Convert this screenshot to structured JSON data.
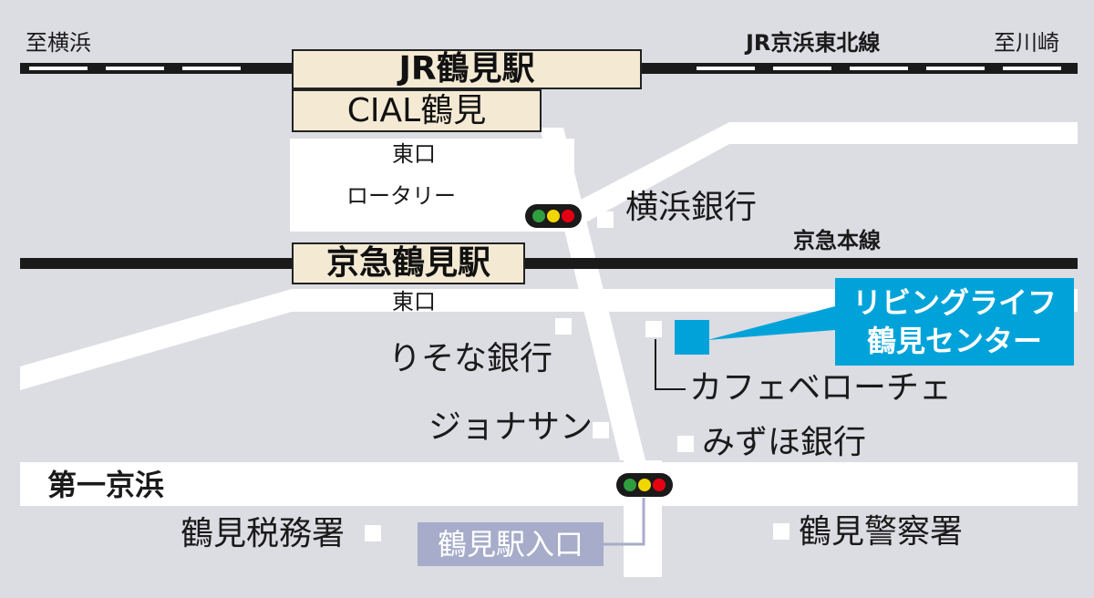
{
  "colors": {
    "background": "#dcdce3",
    "road": "#ffffff",
    "rail": "#1a1a1a",
    "station_box": "#f4ead4",
    "highlight": "#00a3d9",
    "entrance_box": "#a6acc9",
    "signal_green": "#2e9e3e",
    "signal_yellow": "#f2d600",
    "signal_red": "#e60012"
  },
  "rail_lines": {
    "jr": {
      "direction_left": "至横浜",
      "name": "JR京浜東北線",
      "direction_right": "至川崎"
    },
    "keikyu": {
      "name": "京急本線"
    }
  },
  "stations": {
    "jr_tsurumi": "JR鶴見駅",
    "cial": "CIAL鶴見",
    "keikyu_tsurumi": "京急鶴見駅"
  },
  "areas": {
    "jr_east_exit": "東口",
    "rotary": "ロータリー",
    "keikyu_east_exit": "東口"
  },
  "roads": {
    "daiichi_keihin": "第一京浜"
  },
  "landmarks": {
    "yokohama_bank": "横浜銀行",
    "resona_bank": "りそな銀行",
    "jonathan": "ジョナサン",
    "cafe_veloce": "カフェベローチェ",
    "mizuho_bank": "みずほ銀行",
    "tax_office": "鶴見税務署",
    "police_station": "鶴見警察署"
  },
  "highlight": {
    "line1": "リビングライフ",
    "line2": "鶴見センター",
    "icon": "building-marker-icon"
  },
  "entrance": {
    "label": "鶴見駅入口"
  },
  "signals": {
    "icon": "traffic-signal-icon"
  }
}
